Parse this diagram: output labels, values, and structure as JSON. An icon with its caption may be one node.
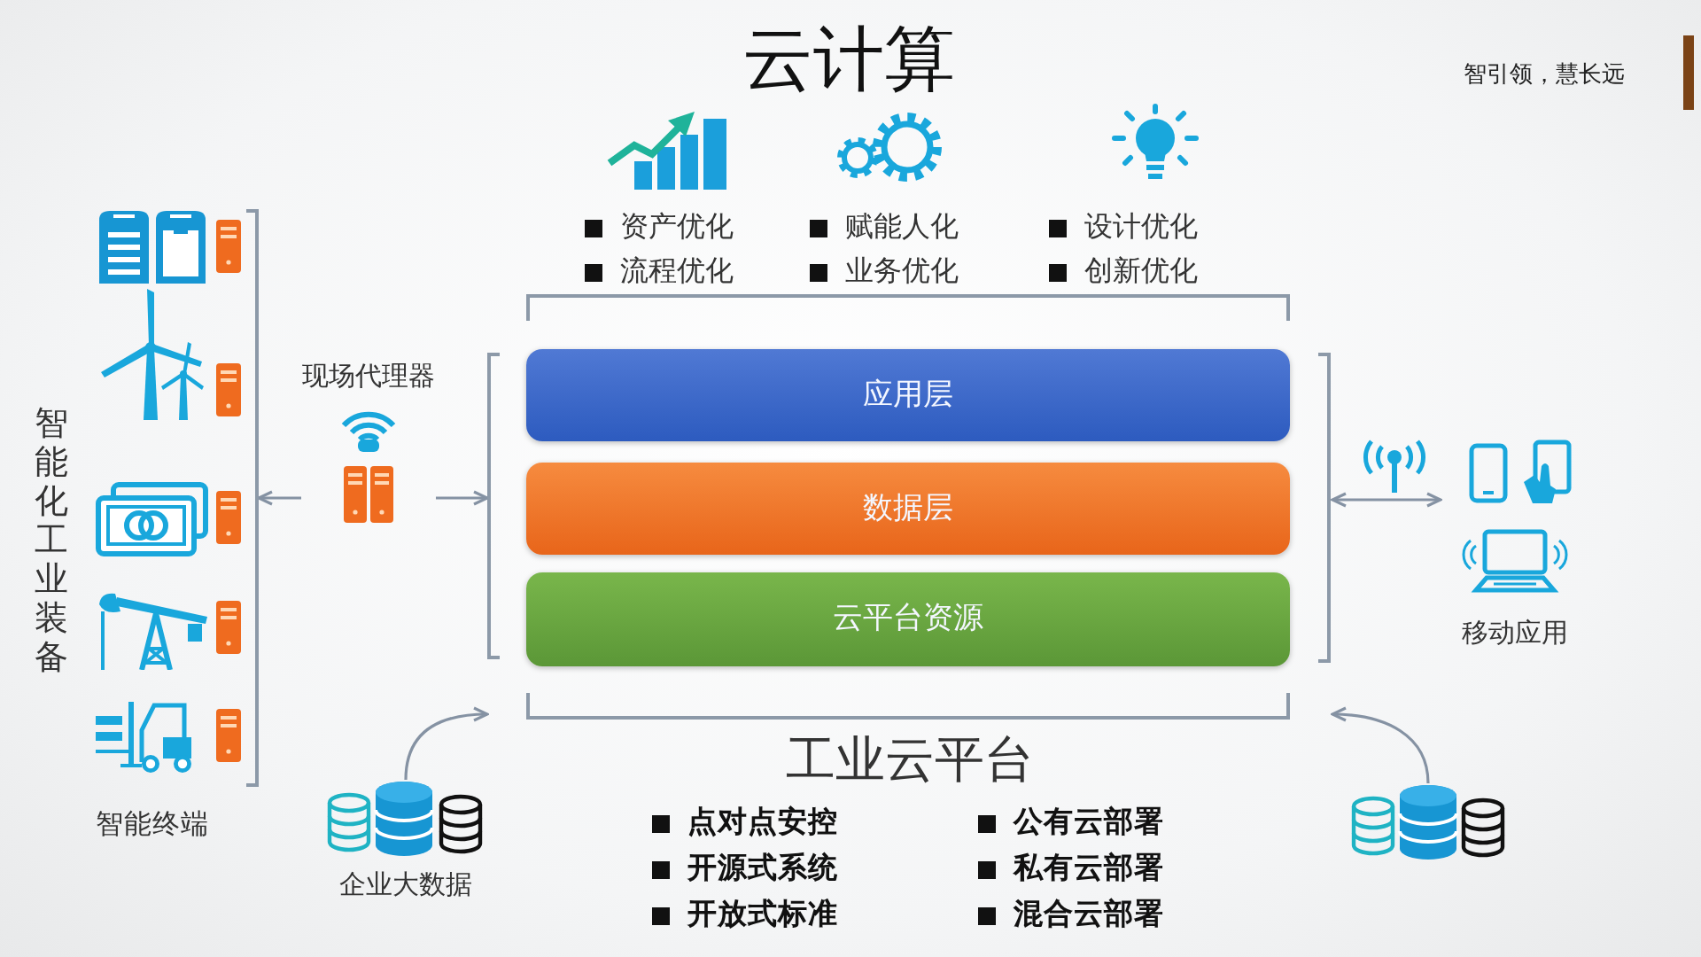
{
  "diagram": {
    "title": "云计算",
    "nodes": [
      {
        "text": [
          "智能化工业装备",
          "智能终端"
        ]
      },
      {
        "text": [
          "现场代理器"
        ]
      },
      {
        "text": [
          "工业云平台"
        ]
      },
      {
        "text": [
          "应用层"
        ],
        "in": 2
      },
      {
        "text": [
          "数据层"
        ],
        "in": 2
      },
      {
        "text": [
          "云平台资源"
        ],
        "in": 2
      },
      {
        "text": [
          "企业大数据"
        ]
      },
      {
        "text": [],
        "shape": "cylinder"
      },
      {
        "text": [
          "移动应用"
        ]
      }
    ],
    "edges": [
      {
        "from": 1,
        "to": 0,
        "arrow": "to"
      },
      {
        "from": 1,
        "to": 2,
        "arrow": "to"
      },
      {
        "from": 8,
        "to": 2,
        "arrow": "both"
      },
      {
        "from": 6,
        "to": 2,
        "arrow": "to"
      },
      {
        "from": 7,
        "to": 2,
        "arrow": "to"
      }
    ],
    "labels": [
      "智引领，慧长远",
      "资产优化",
      "赋能人化",
      "设计优化",
      "流程优化",
      "业务优化",
      "创新优化",
      "点对点安控",
      "公有云部署",
      "开源式系统",
      "私有云部署",
      "开放式标准",
      "混合云部署"
    ]
  }
}
